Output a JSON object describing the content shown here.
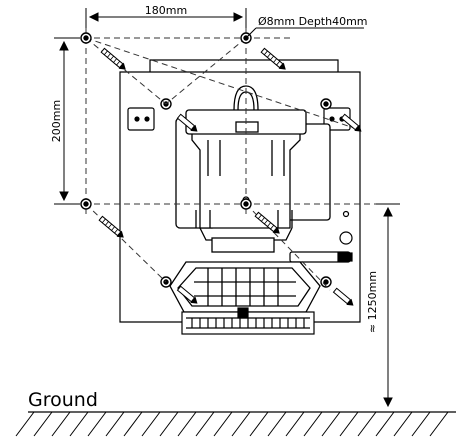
{
  "dimensions": {
    "width_label": "180mm",
    "height_label": "200mm",
    "hole_label": "Ø8mm  Depth40mm",
    "mount_height_label": "≈ 1250mm"
  },
  "ground": {
    "label": "Ground"
  },
  "colors": {
    "line": "#000000",
    "dash": "#333333",
    "panel": "#ffffff"
  }
}
